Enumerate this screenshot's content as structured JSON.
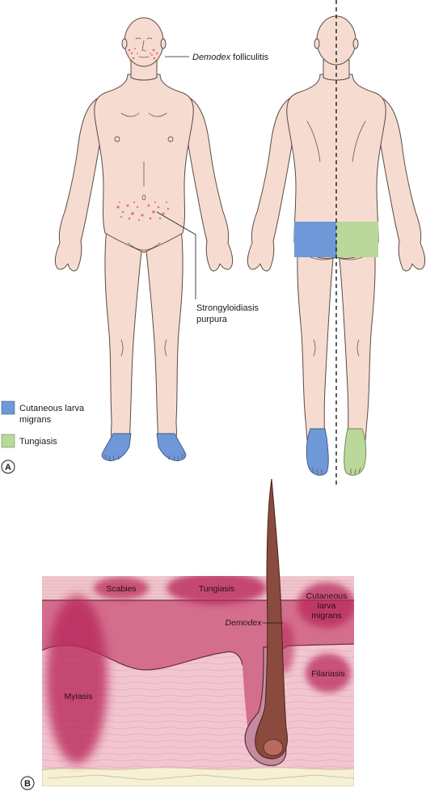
{
  "panel_a": {
    "letter": "A",
    "labels": {
      "demodex_italic": "Demodex",
      "demodex_rest": " folliculitis",
      "strongyloidiasis_line1": "Strongyloidiasis",
      "strongyloidiasis_line2": "purpura"
    },
    "legend": [
      {
        "line1": "Cutaneous larva",
        "line2": "migrans",
        "color": "#6f98d8"
      },
      {
        "line1": "Tungiasis",
        "line2": "",
        "color": "#b9d89a"
      }
    ]
  },
  "panel_b": {
    "letter": "B",
    "labels": {
      "scabies": "Scabies",
      "tungiasis": "Tungiasis",
      "demodex": "Demodex",
      "cutaneous_line1": "Cutaneous",
      "cutaneous_line2": "larva",
      "cutaneous_line3": "migrans",
      "filariasis": "Filariasis",
      "myiasis": "Myiasis"
    }
  },
  "colors": {
    "skin": "#f6dcd0",
    "lesion_blue": "#6f98d8",
    "lesion_green": "#b9d89a",
    "rash_red": "#d9707e",
    "dermis": "#d46e8d",
    "epidermis": "#f0c6cc",
    "hypodermis": "#f2c6d0",
    "lesion_magenta": "#b8285a",
    "hair": "#8a4a3e",
    "fat": "#f6f0d4"
  }
}
